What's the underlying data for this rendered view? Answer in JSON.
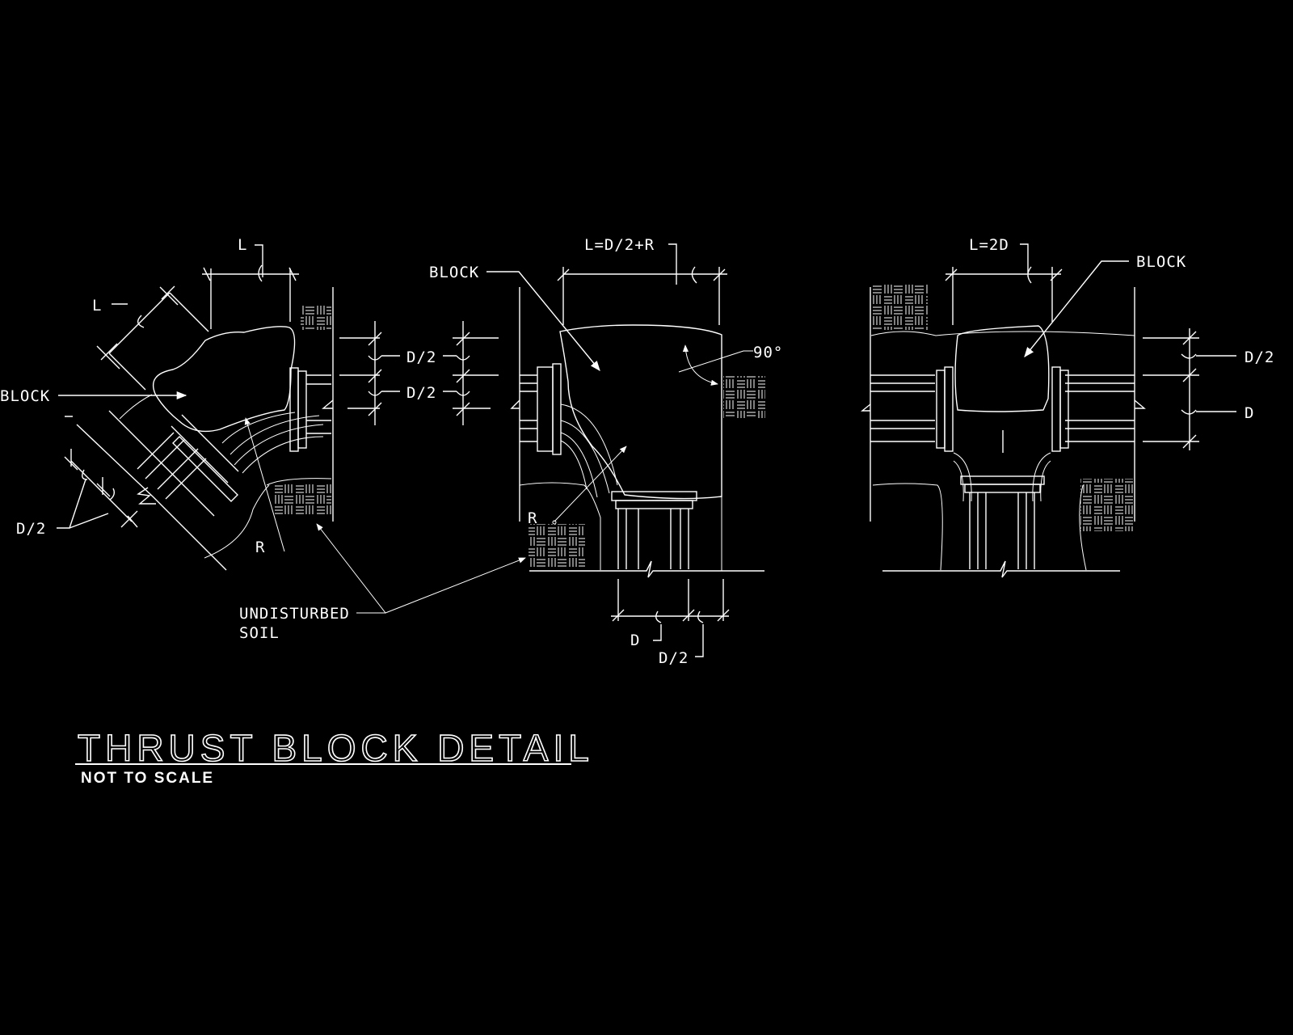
{
  "drawing": {
    "background": "#000000",
    "line_color": "#ffffff",
    "title": "THRUST BLOCK DETAIL",
    "subtitle": "NOT TO SCALE"
  },
  "details": [
    {
      "id": "bend-45",
      "labels": {
        "length_top": "L",
        "length_diag": "L",
        "block": "BLOCK",
        "half_dia": "D/2",
        "radius": "R"
      }
    },
    {
      "id": "bend-90",
      "labels": {
        "length": "L=D/2+R",
        "block": "BLOCK",
        "half_dia_1": "D/2",
        "half_dia_2": "D/2",
        "angle": "90°",
        "radius": "R",
        "dia_bottom": "D",
        "half_dia_bottom": "D/2"
      }
    },
    {
      "id": "tee",
      "labels": {
        "length": "L=2D",
        "block": "BLOCK",
        "half_dia": "D/2",
        "dia": "D"
      }
    }
  ],
  "common_labels": {
    "undisturbed_soil_line1": "UNDISTURBED",
    "undisturbed_soil_line2": "SOIL"
  }
}
